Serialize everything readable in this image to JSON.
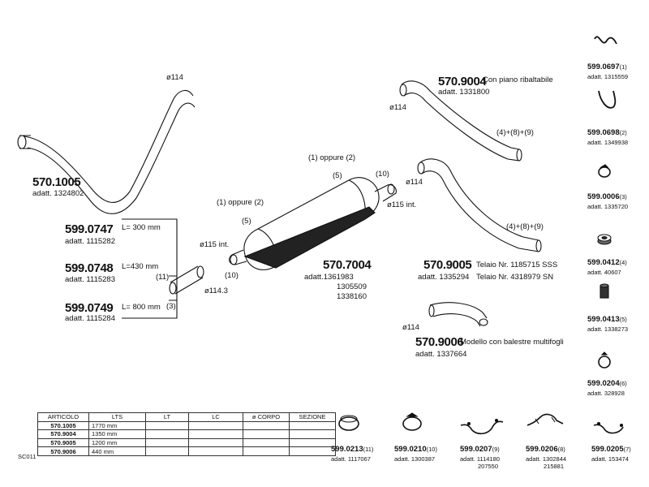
{
  "pipe_570_1005": {
    "diameter": "ø114",
    "code": "570.1005",
    "adatt": "adatt. 1324802"
  },
  "clamps_left": [
    {
      "code": "599.0747",
      "spec": "L= 300  mm",
      "adatt": "adatt. 1115282"
    },
    {
      "code": "599.0748",
      "spec": "L=430  mm",
      "adatt": "adatt. 1115283"
    },
    {
      "code": "599.0749",
      "spec": "L= 800  mm",
      "adatt": "adatt. 1115284"
    }
  ],
  "sleeve": {
    "ref_11": "(11)",
    "ref_10": "(10)",
    "ref_3": "(3)",
    "diameter": "ø114.3",
    "inlet": "ø115  int."
  },
  "muffler": {
    "code": "570.7004",
    "adatt": "adatt.1361983",
    "adatt_2": "1305509",
    "adatt_3": "1338160",
    "opt_1": "(1) oppure (2)",
    "opt_1_ref5": "(5)",
    "opt_2": "(1) oppure (2)",
    "opt_2_ref5": "(5)",
    "outlet_ref10": "(10)",
    "outlet": "ø115  int."
  },
  "pipe_570_9004": {
    "code": "570.9004",
    "note": "Con  piano  ribaltabile",
    "adatt": "adatt. 1331800",
    "diameter": "ø114",
    "refs": "(4)+(8)+(9)"
  },
  "pipe_570_9005": {
    "code": "570.9005",
    "note1": "Telaio  Nr.  1185715  SSS",
    "adatt": "adatt. 1335294",
    "note2": "Telaio  Nr.  4318979  SN",
    "diameter": "ø114",
    "refs": "(4)+(8)+(9)"
  },
  "pipe_570_9006": {
    "code": "570.9006",
    "note": "Modello  con  balestre  multifogli",
    "adatt": "adatt. 1337664",
    "diameter": "ø114"
  },
  "right_parts": [
    {
      "code": "599.0697",
      "ref": "(1)",
      "adatt": "adatt. 1315559"
    },
    {
      "code": "599.0698",
      "ref": "(2)",
      "adatt": "adatt. 1349938"
    },
    {
      "code": "599.0006",
      "ref": "(3)",
      "adatt": "adatt. 1335720"
    },
    {
      "code": "599.0412",
      "ref": "(4)",
      "adatt": "adatt. 40607"
    },
    {
      "code": "599.0413",
      "ref": "(5)",
      "adatt": "adatt. 1338273"
    },
    {
      "code": "599.0204",
      "ref": "(6)",
      "adatt": "adatt. 328928"
    }
  ],
  "bottom_parts": [
    {
      "code": "599.0213",
      "ref": "(11)",
      "adatt": "adatt. 1117067",
      "adatt2": ""
    },
    {
      "code": "599.0210",
      "ref": "(10)",
      "adatt": "adatt. 1300387",
      "adatt2": ""
    },
    {
      "code": "599.0207",
      "ref": "(9)",
      "adatt": "adatt. 1114180",
      "adatt2": "207550"
    },
    {
      "code": "599.0206",
      "ref": "(8)",
      "adatt": "adatt. 1302844",
      "adatt2": "215881"
    },
    {
      "code": "599.0205",
      "ref": "(7)",
      "adatt": "adatt. 153474",
      "adatt2": ""
    }
  ],
  "table": {
    "headers": [
      "ARTICOLO",
      "LTS",
      "LT",
      "LC",
      "ø CORPO",
      "SEZIONE"
    ],
    "rows": [
      {
        "articolo": "570.1005",
        "lts": "1770  mm"
      },
      {
        "articolo": "570.9004",
        "lts": "1350  mm"
      },
      {
        "articolo": "570.9005",
        "lts": "1200  mm"
      },
      {
        "articolo": "570.9006",
        "lts": "440  mm"
      }
    ],
    "side_code": "SC011"
  }
}
